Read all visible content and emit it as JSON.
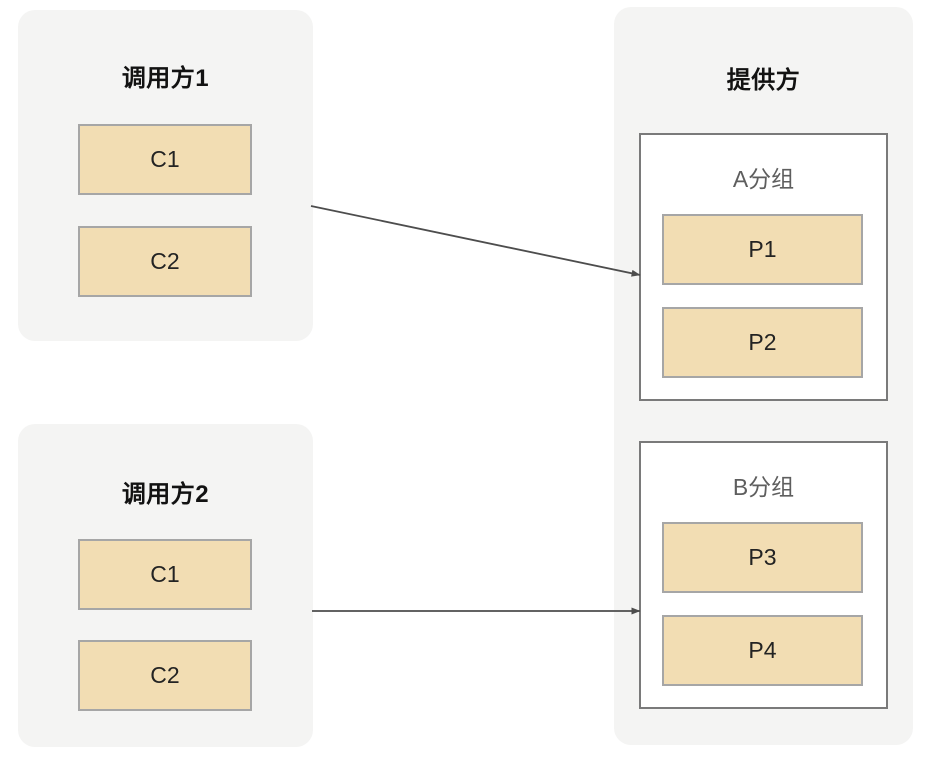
{
  "diagram": {
    "background_color": "#ffffff",
    "panel_color": "#f4f4f3",
    "node_fill_color": "#f2ddb3",
    "node_border_color": "#a6a6a6",
    "group_border_color": "#7a7a7a",
    "arrow_color": "#4d4d4d"
  },
  "consumers": [
    {
      "title": "调用方1",
      "nodes": [
        {
          "label": "C1"
        },
        {
          "label": "C2"
        }
      ]
    },
    {
      "title": "调用方2",
      "nodes": [
        {
          "label": "C1"
        },
        {
          "label": "C2"
        }
      ]
    }
  ],
  "provider": {
    "title": "提供方",
    "groups": [
      {
        "title": "A分组",
        "nodes": [
          {
            "label": "P1"
          },
          {
            "label": "P2"
          }
        ]
      },
      {
        "title": "B分组",
        "nodes": [
          {
            "label": "P3"
          },
          {
            "label": "P4"
          }
        ]
      }
    ]
  },
  "connections": [
    {
      "from": "调用方1",
      "to": "A分组",
      "style": "arrow"
    },
    {
      "from": "调用方2",
      "to": "B分组",
      "style": "arrow"
    }
  ]
}
